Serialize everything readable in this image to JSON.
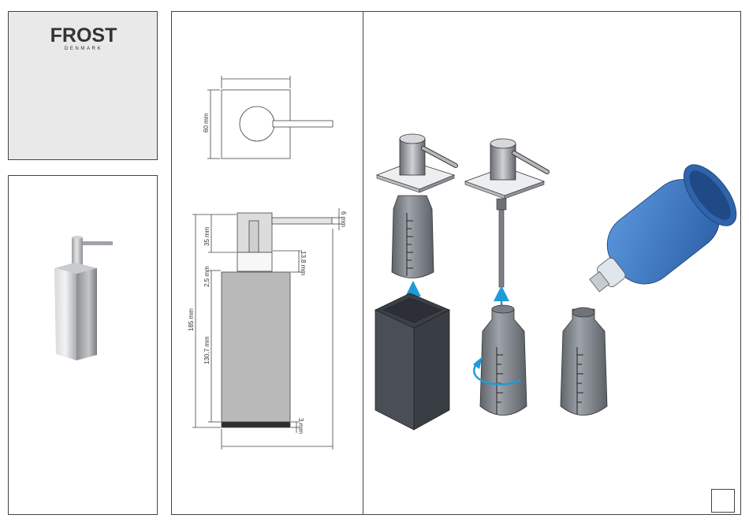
{
  "brand": {
    "name": "FROST",
    "subtitle": "DENMARK"
  },
  "dimensions": {
    "top_depth": "60 mm",
    "pump_height": "35 mm",
    "lever_thickness": "6 mm",
    "neck_height": "13,8 mm",
    "gap": "2,5 mm",
    "total_height": "185 mm",
    "body_height": "130,7 mm",
    "base_height": "3 mm"
  },
  "colors": {
    "outline": "#444444",
    "steel": "#b5b8bc",
    "steel_dark": "#8a8d91",
    "bottle": "#7b8087",
    "refill_blue": "#3c78c4",
    "arrow_blue": "#1f9bd6",
    "housing": "#454a52"
  }
}
